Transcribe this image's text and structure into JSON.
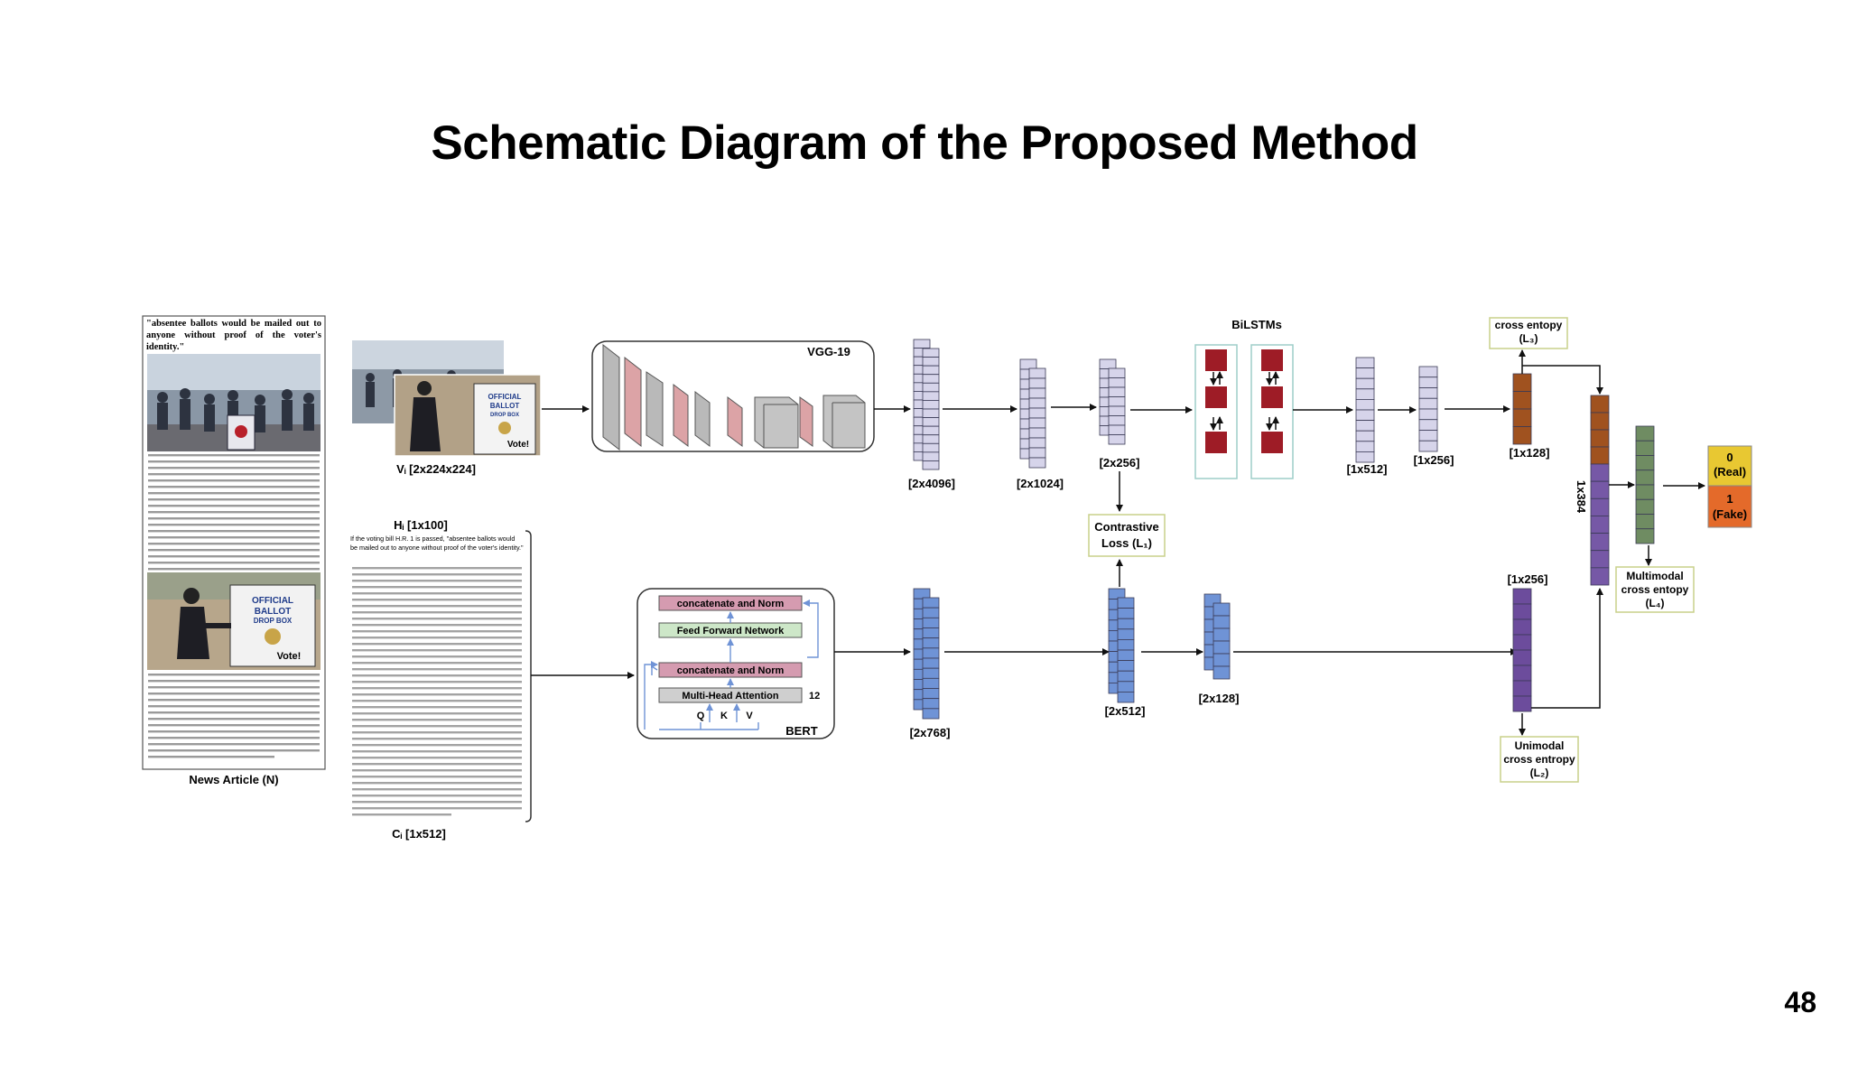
{
  "slide": {
    "title": "Schematic Diagram of the Proposed Method",
    "page_number": "48"
  },
  "article": {
    "quote": "\"absentee ballots would be mailed out to anyone without proof of the voter's identity.\"",
    "caption": "News Article (N)",
    "sign_text": "OFFICIAL BALLOT DROP BOX",
    "vote_text": "Vote!"
  },
  "labels": {
    "image_input": "Vᵢ [2x224x224]",
    "headline": "Hᵢ [1x100]",
    "content": "Cᵢ [1x512]",
    "headline_text": "If the voting bill H.R. 1 is passed, \"absentee ballots would be mailed out to anyone without proof of the voter's identity.\"",
    "vgg": "VGG-19",
    "bert": "BERT",
    "bert_concat_top": "concatenate and Norm",
    "bert_ffn": "Feed Forward Network",
    "bert_concat_bottom": "concatenate and Norm",
    "bert_mha": "Multi-Head Attention",
    "bert_layers": "12",
    "q": "Q",
    "k": "K",
    "v": "V",
    "bilstms": "BiLSTMs",
    "dim_2x4096": "[2x4096]",
    "dim_2x1024": "[2x1024]",
    "dim_2x256": "[2x256]",
    "dim_1x512": "[1x512]",
    "dim_1x256_top": "[1x256]",
    "dim_1x128": "[1x128]",
    "dim_2x768": "[2x768]",
    "dim_2x512": "[2x512]",
    "dim_2x128": "[2x128]",
    "dim_1x256_bottom": "[1x256]",
    "dim_1x384": "1x384",
    "contrastive_1": "Contrastive",
    "contrastive_2": "Loss (L₁)",
    "cross_top_1": "cross entopy",
    "cross_top_2": "(L₃)",
    "unimodal_1": "Unimodal",
    "unimodal_2": "cross entropy",
    "unimodal_3": "(L₂)",
    "multimodal_1": "Multimodal",
    "multimodal_2": "cross entopy",
    "multimodal_3": "(L₄)",
    "out_real_num": "0",
    "out_real": "(Real)",
    "out_fake_num": "1",
    "out_fake": "(Fake)"
  },
  "colors": {
    "image_stack": "#d6d4ea",
    "text_stack": "#6f93d6",
    "bilstm_cell": "#9e1c26",
    "l3_column": "#a0521f",
    "unimodal_column": "#6c4c9c",
    "fusion_top": "#a0521f",
    "fusion_bottom": "#7658a6",
    "multimodal_column": "#6f8c62",
    "real": "#e8c832",
    "fake": "#e46a2a",
    "loss_border": "#c9d08a",
    "vgg_pink": "#dca3a6",
    "vgg_gray": "#b9b9b9",
    "bert_pink": "#d59bb0",
    "bert_green": "#cde7c8",
    "bert_gray": "#cfcfcf"
  }
}
